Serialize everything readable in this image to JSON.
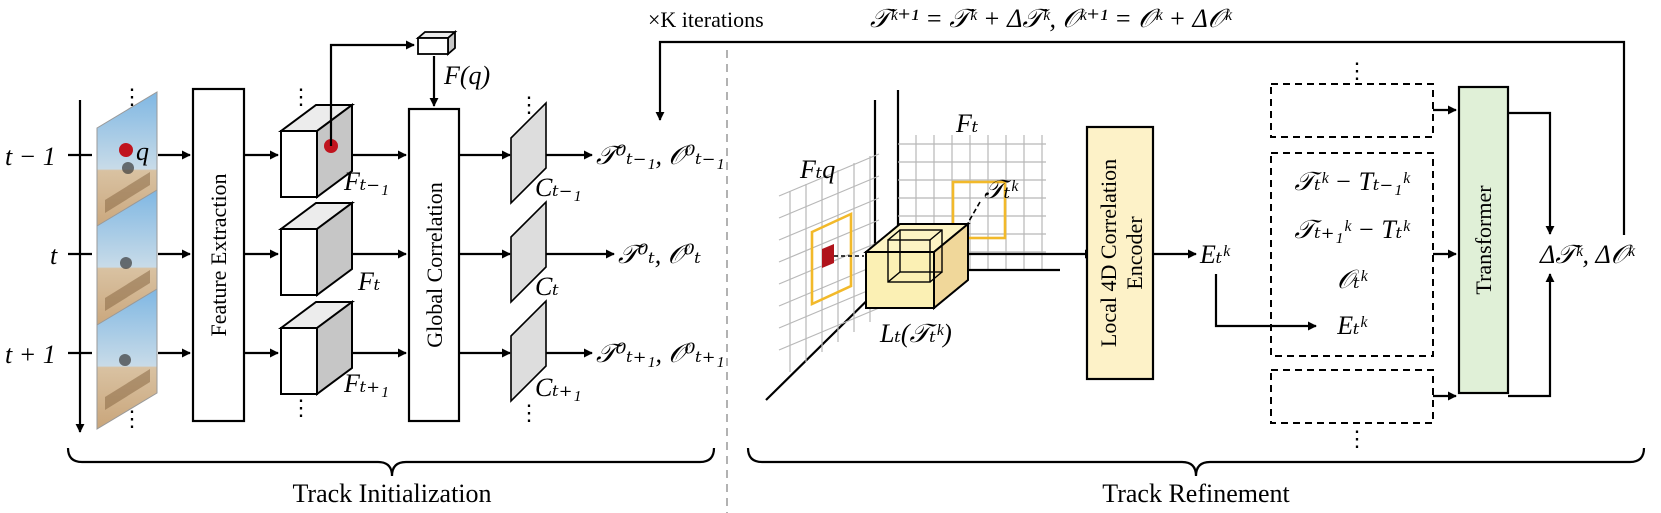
{
  "header": {
    "iterations": "×K iterations",
    "update_rule": "𝒯ᵏ⁺¹ = 𝒯ᵏ + Δ𝒯ᵏ,  𝒪ᵏ⁺¹ = 𝒪ᵏ + Δ𝒪ᵏ"
  },
  "initialization": {
    "section_label": "Track Initialization",
    "time_labels": [
      "t − 1",
      "t",
      "t + 1"
    ],
    "query_label": "q",
    "feature_extraction": "Feature Extraction",
    "query_feature": "F(q)",
    "feature_labels": [
      "Fₜ₋₁",
      "Fₜ",
      "Fₜ₊₁"
    ],
    "global_correlation": "Global Correlation",
    "correlation_labels": [
      "Cₜ₋₁",
      "Cₜ",
      "Cₜ₊₁"
    ],
    "output_labels": [
      "𝒯⁰ₜ₋₁, 𝒪⁰ₜ₋₁",
      "𝒯⁰ₜ, 𝒪⁰ₜ",
      "𝒯⁰ₜ₊₁, 𝒪⁰ₜ₊₁"
    ]
  },
  "refinement": {
    "section_label": "Track Refinement",
    "ftq_label": "Fₜq",
    "ft_label": "Fₜ",
    "track_label": "𝒯ₜᵏ",
    "local_corr_label": "Lₜ(𝒯ₜᵏ)",
    "encoder_line1": "Local 4D Correlation",
    "encoder_line2": "Encoder",
    "embedding_label": "Eₜᵏ",
    "token_items": [
      "𝒯ₜᵏ − Tₜ₋₁ᵏ",
      "𝒯ₜ₊₁ᵏ − Tₜᵏ",
      "𝒪ₜᵏ",
      "Eₜᵏ"
    ],
    "transformer": "Transformer",
    "delta_output": "Δ𝒯ᵏ, Δ𝒪ᵏ"
  },
  "colors": {
    "highlight_yellow": "#f2b92a",
    "cube_fill": "#fbf0b4",
    "encoder_fill": "#fdf2c8",
    "transformer_fill": "#e0f0d7",
    "query_red": "#c0141e"
  }
}
